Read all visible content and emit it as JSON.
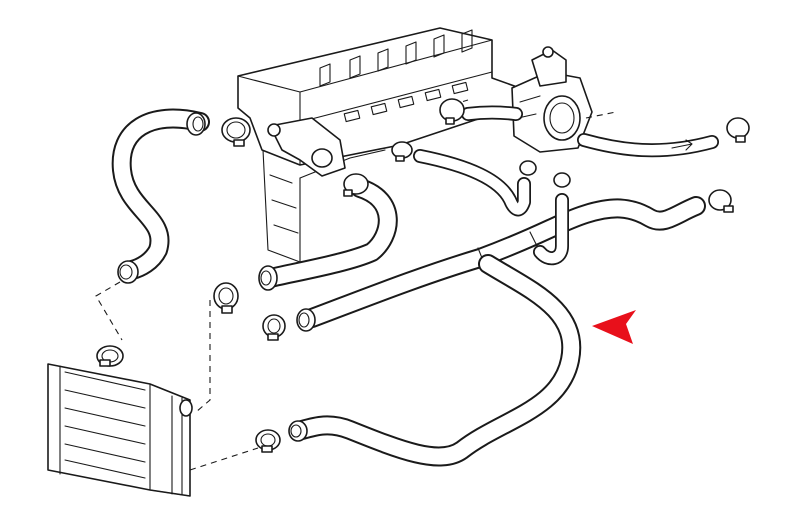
{
  "diagram": {
    "indicator": {
      "shape": "arrowhead",
      "direction": "left"
    },
    "colors": {
      "line": "#1a1a1a",
      "background": "#ffffff",
      "indicator": "#e8101b"
    },
    "parts": [
      "cylinder-head",
      "engine-block",
      "throttle-body",
      "thermostat-housing",
      "radiator",
      "upper-radiator-hose",
      "lower-radiator-hose",
      "main-coolant-hose",
      "heater-hose",
      "y-pipe",
      "bypass-hose",
      "throttle-body-hose",
      "hose-clamps"
    ]
  }
}
